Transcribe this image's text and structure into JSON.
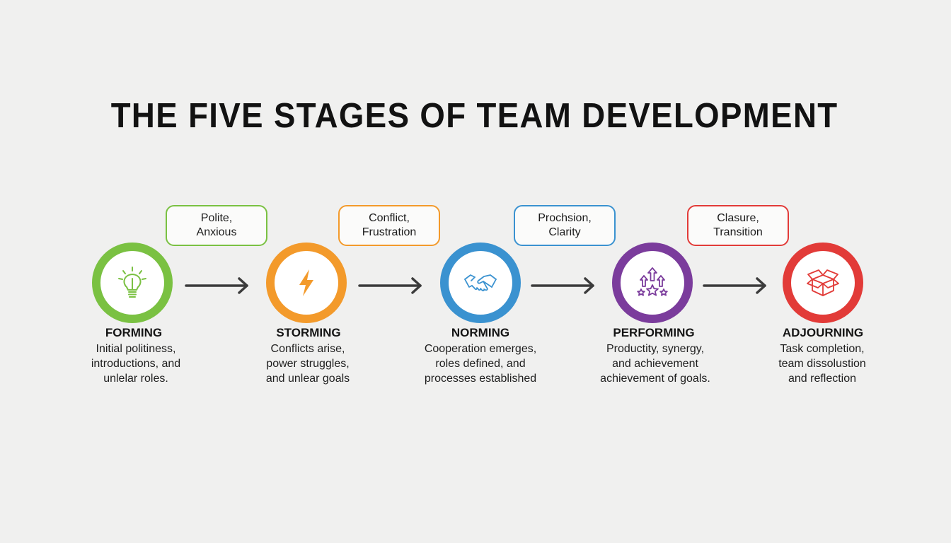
{
  "title": "THE FIVE STAGES OF TEAM DEVELOPMENT",
  "colors": {
    "forming": "#7ac142",
    "storming": "#f39a2b",
    "norming": "#3a92d0",
    "performing": "#7b3c9c",
    "adjourning": "#e23b38"
  },
  "stages": [
    {
      "name": "FORMING",
      "icon": "lightbulb-icon",
      "emotion": [
        "Polite,",
        "Anxious"
      ],
      "description": [
        "Initial politiness,",
        "introductions, and",
        "unlelar roles."
      ]
    },
    {
      "name": "STORMING",
      "icon": "lightning-bolt-icon",
      "emotion": [
        "Conflict,",
        "Frustration"
      ],
      "description": [
        "Conflicts arise,",
        "power struggles,",
        "and unlear goals"
      ]
    },
    {
      "name": "NORMING",
      "icon": "handshake-icon",
      "emotion": [
        "Prochsion,",
        "Clarity"
      ],
      "description": [
        "Cooperation emerges,",
        "roles defined, and",
        "processes established"
      ]
    },
    {
      "name": "PERFORMING",
      "icon": "arrows-stars-icon",
      "emotion": [
        "Clasure,",
        "Transition"
      ],
      "description": [
        "Productity, synergy,",
        "and achievement",
        "achievement of goals."
      ]
    },
    {
      "name": "ADJOURNING",
      "icon": "open-box-icon",
      "emotion": [],
      "description": [
        "Task completion,",
        "team dissolustion",
        "and reflection"
      ]
    }
  ]
}
